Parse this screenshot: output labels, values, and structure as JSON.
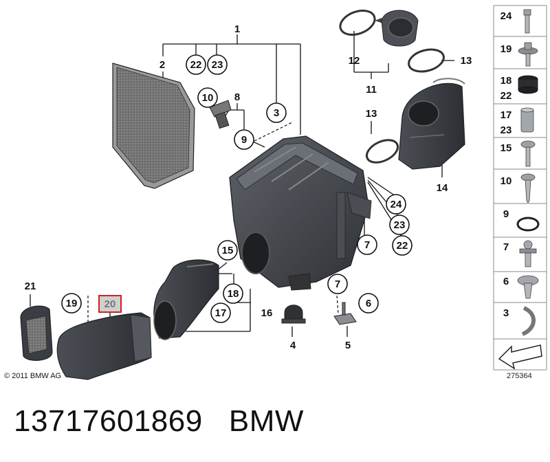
{
  "callouts": [
    {
      "id": "c1",
      "text": "1",
      "circled": false
    },
    {
      "id": "c2",
      "text": "2",
      "circled": false
    },
    {
      "id": "c22a",
      "text": "22",
      "circled": true
    },
    {
      "id": "c23a",
      "text": "23",
      "circled": true
    },
    {
      "id": "c3",
      "text": "3",
      "circled": true
    },
    {
      "id": "c8",
      "text": "8",
      "circled": false
    },
    {
      "id": "c10a",
      "text": "10",
      "circled": true
    },
    {
      "id": "c9",
      "text": "9",
      "circled": true
    },
    {
      "id": "c12",
      "text": "12",
      "circled": false
    },
    {
      "id": "c11",
      "text": "11",
      "circled": false
    },
    {
      "id": "c13a",
      "text": "13",
      "circled": false
    },
    {
      "id": "c13b",
      "text": "13",
      "circled": false
    },
    {
      "id": "c14",
      "text": "14",
      "circled": false
    },
    {
      "id": "c24a",
      "text": "24",
      "circled": true
    },
    {
      "id": "c23b",
      "text": "23",
      "circled": true
    },
    {
      "id": "c22b",
      "text": "22",
      "circled": true
    },
    {
      "id": "c7a",
      "text": "7",
      "circled": true
    },
    {
      "id": "c15a",
      "text": "15",
      "circled": true
    },
    {
      "id": "c18a",
      "text": "18",
      "circled": true
    },
    {
      "id": "c17a",
      "text": "17",
      "circled": true
    },
    {
      "id": "c16",
      "text": "16",
      "circled": false
    },
    {
      "id": "c7b",
      "text": "7",
      "circled": true
    },
    {
      "id": "c6a",
      "text": "6",
      "circled": true
    },
    {
      "id": "c4",
      "text": "4",
      "circled": false
    },
    {
      "id": "c5",
      "text": "5",
      "circled": false
    },
    {
      "id": "c21",
      "text": "21",
      "circled": false
    },
    {
      "id": "c19a",
      "text": "19",
      "circled": true
    },
    {
      "id": "c20",
      "text": "20",
      "circled": false,
      "highlighted": true
    }
  ],
  "legend": [
    {
      "labels": [
        "24"
      ]
    },
    {
      "labels": [
        "19"
      ]
    },
    {
      "labels": [
        "18",
        "22"
      ]
    },
    {
      "labels": [
        "17",
        "23"
      ]
    },
    {
      "labels": [
        "15"
      ]
    },
    {
      "labels": [
        "10"
      ]
    },
    {
      "labels": [
        "9"
      ]
    },
    {
      "labels": [
        "7"
      ]
    },
    {
      "labels": [
        "6"
      ]
    },
    {
      "labels": [
        "3"
      ]
    },
    {
      "labels": [
        ""
      ]
    }
  ],
  "copyright": "© 2011 BMW AG",
  "diagram_ref": "275364",
  "part_number": "13717601869",
  "brand": "BMW",
  "colors": {
    "highlight_border": "#cc2222",
    "highlight_fill": "#cfcfcf",
    "part_dark": "#3a3d42",
    "part_mid": "#5a5e64",
    "filter_media": "#6d6d6d"
  }
}
